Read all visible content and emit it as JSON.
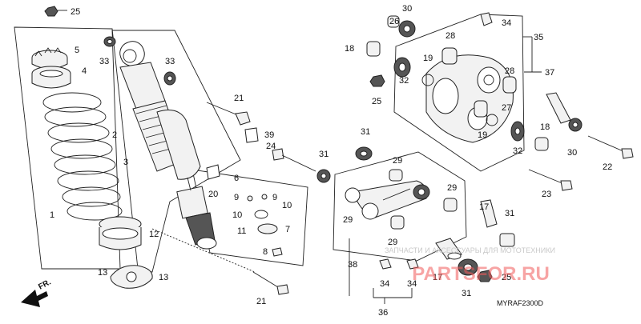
{
  "callouts": {
    "c1": "1",
    "c2": "2",
    "c3": "3",
    "c4": "4",
    "c5": "5",
    "c6": "6",
    "c7": "7",
    "c8": "8",
    "c9a": "9",
    "c9b": "9",
    "c10a": "10",
    "c10b": "10",
    "c11": "11",
    "c12": "12",
    "c13a": "13",
    "c13b": "13",
    "c17a": "17",
    "c17b": "17",
    "c18a": "18",
    "c18b": "18",
    "c19a": "19",
    "c19b": "19",
    "c20": "20",
    "c21a": "21",
    "c21b": "21",
    "c22": "22",
    "c23": "23",
    "c24": "24",
    "c25a": "25",
    "c25b": "25",
    "c25c": "25",
    "c26": "26",
    "c27": "27",
    "c28a": "28",
    "c28b": "28",
    "c29a": "29",
    "c29b": "29",
    "c29c": "29",
    "c29d": "29",
    "c30a": "30",
    "c30b": "30",
    "c31a": "31",
    "c31b": "31",
    "c31c": "31",
    "c31d": "31",
    "c32a": "32",
    "c32b": "32",
    "c33a": "33",
    "c33b": "33",
    "c34a": "34",
    "c34b": "34",
    "c34c": "34",
    "c35": "35",
    "c36": "36",
    "c37": "37",
    "c38": "38",
    "c39": "39"
  },
  "front_label": "FR.",
  "diagram_code": "MYRAF2300D",
  "watermark_text": "ЗАПЧАСТИ И АКСЕССУАРЫ ДЛЯ МОТОТЕХНИКИ",
  "brand_text": "PARTSFOR.RU",
  "colors": {
    "line": "#222222",
    "brand": "#f25b5b",
    "watermark": "#c9c9c9"
  }
}
